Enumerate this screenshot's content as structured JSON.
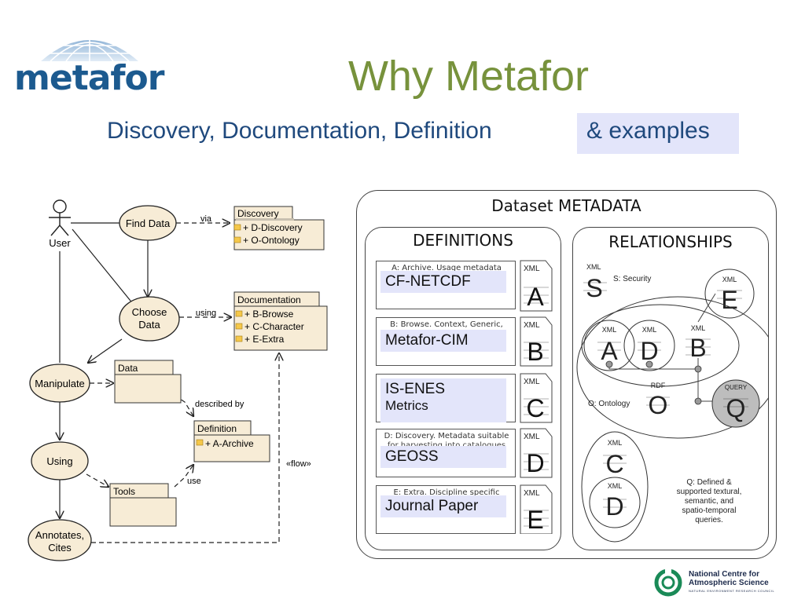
{
  "header": {
    "logo_text": "metafor",
    "title": "Why Metafor",
    "subtitle": "Discovery, Documentation, Definition",
    "examples_label": "& examples"
  },
  "uml": {
    "actor": "User",
    "find_data": "Find Data",
    "choose_data_1": "Choose",
    "choose_data_2": "Data",
    "manipulate": "Manipulate",
    "using": "Using",
    "annotates_1": "Annotates,",
    "annotates_2": "Cites",
    "via": "via",
    "using_label": "using",
    "described_by": "described by",
    "use": "use",
    "flow": "«flow»",
    "discovery": {
      "title": "Discovery",
      "items": [
        "+ D-Discovery",
        "+ O-Ontology"
      ]
    },
    "documentation": {
      "title": "Documentation",
      "items": [
        "+ B-Browse",
        "+ C-Character",
        "+ E-Extra"
      ]
    },
    "data_box": "Data",
    "definition": {
      "title": "Definition",
      "items": [
        "+ A-Archive"
      ]
    },
    "tools": "Tools"
  },
  "panel": {
    "title": "Dataset METADATA",
    "definitions_title": "DEFINITIONS",
    "relationships_title": "RELATIONSHIPS",
    "definitions": [
      {
        "desc": "A: Archive. Usage metadata",
        "desc2": "",
        "label": "CF-NETCDF",
        "sub": "",
        "letter": "A"
      },
      {
        "desc": "B: Browse. Context, Generic,",
        "desc2": "",
        "label": "Metafor-CIM",
        "sub": "",
        "letter": "B"
      },
      {
        "desc": "",
        "desc2": "",
        "label": "IS-ENES",
        "sub": "Metrics",
        "letter": "C"
      },
      {
        "desc": "D: Discovery. Metadata suitable",
        "desc2": "for harvesting into catalogues",
        "label": "GEOSS",
        "sub": "",
        "letter": "D"
      },
      {
        "desc": "E: Extra. Discipline specific",
        "desc2": "",
        "label": "Journal Paper",
        "sub": "",
        "letter": "E"
      }
    ],
    "xml_label": "XML",
    "rdf_label": "RDF",
    "query_label": "QUERY",
    "rel": {
      "s_letter": "S",
      "security": "S: Security",
      "e_letter": "E",
      "a_letter": "A",
      "d_letter": "D",
      "b_letter": "B",
      "ontology": "O: Ontology",
      "o_letter": "O",
      "q_letter": "Q",
      "c_letter": "C",
      "d2_letter": "D",
      "query_desc": [
        "Q: Defined &",
        "supported textural,",
        "semantic, and",
        "spatio-temporal",
        "queries."
      ]
    }
  },
  "footer": {
    "org_line1": "National Centre for",
    "org_line2": "Atmospheric Science",
    "org_line3": "NATURAL ENVIRONMENT RESEARCH COUNCIL"
  },
  "colors": {
    "logo_blue": "#1c5a8f",
    "title_green": "#77923c",
    "subtitle_blue": "#1f497d",
    "highlight": "#e3e5fa",
    "usecase_fill": "#f7ecd6",
    "folder_yellow": "#f5c84a"
  }
}
